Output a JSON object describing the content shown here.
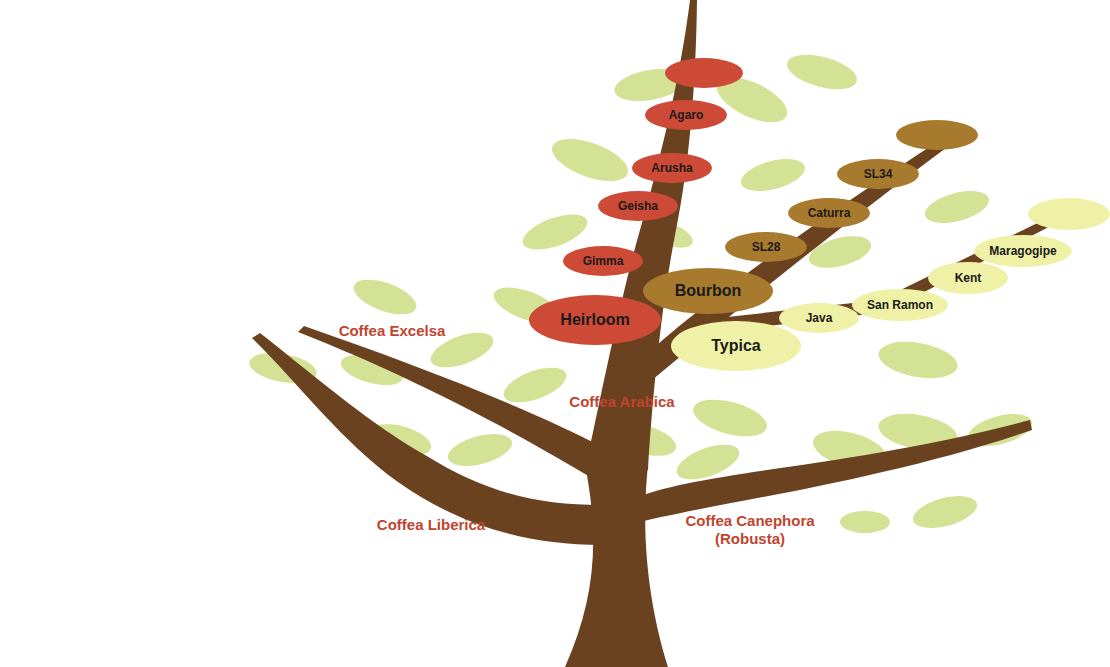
{
  "diagram": {
    "nodes": [
      {
        "text": [
          "Agaro"
        ]
      },
      {
        "text": [
          "Arusha"
        ]
      },
      {
        "text": [
          "Geisha"
        ]
      },
      {
        "text": [
          "Gimma"
        ]
      },
      {
        "text": [
          "Heirloom"
        ]
      },
      {
        "text": [
          "SL34"
        ]
      },
      {
        "text": [
          "Caturra"
        ]
      },
      {
        "text": [
          "SL28"
        ]
      },
      {
        "text": [
          "Bourbon"
        ]
      },
      {
        "text": [
          "Maragogipe"
        ]
      },
      {
        "text": [
          "Kent"
        ]
      },
      {
        "text": [
          "San Ramon"
        ]
      },
      {
        "text": [
          "Java"
        ]
      },
      {
        "text": [
          "Typica"
        ]
      }
    ],
    "labels": [
      "Coffea Excelsa",
      "Coffea Arabica",
      "Coffea Liberica",
      "Coffea Canephora (Robusta)"
    ]
  }
}
